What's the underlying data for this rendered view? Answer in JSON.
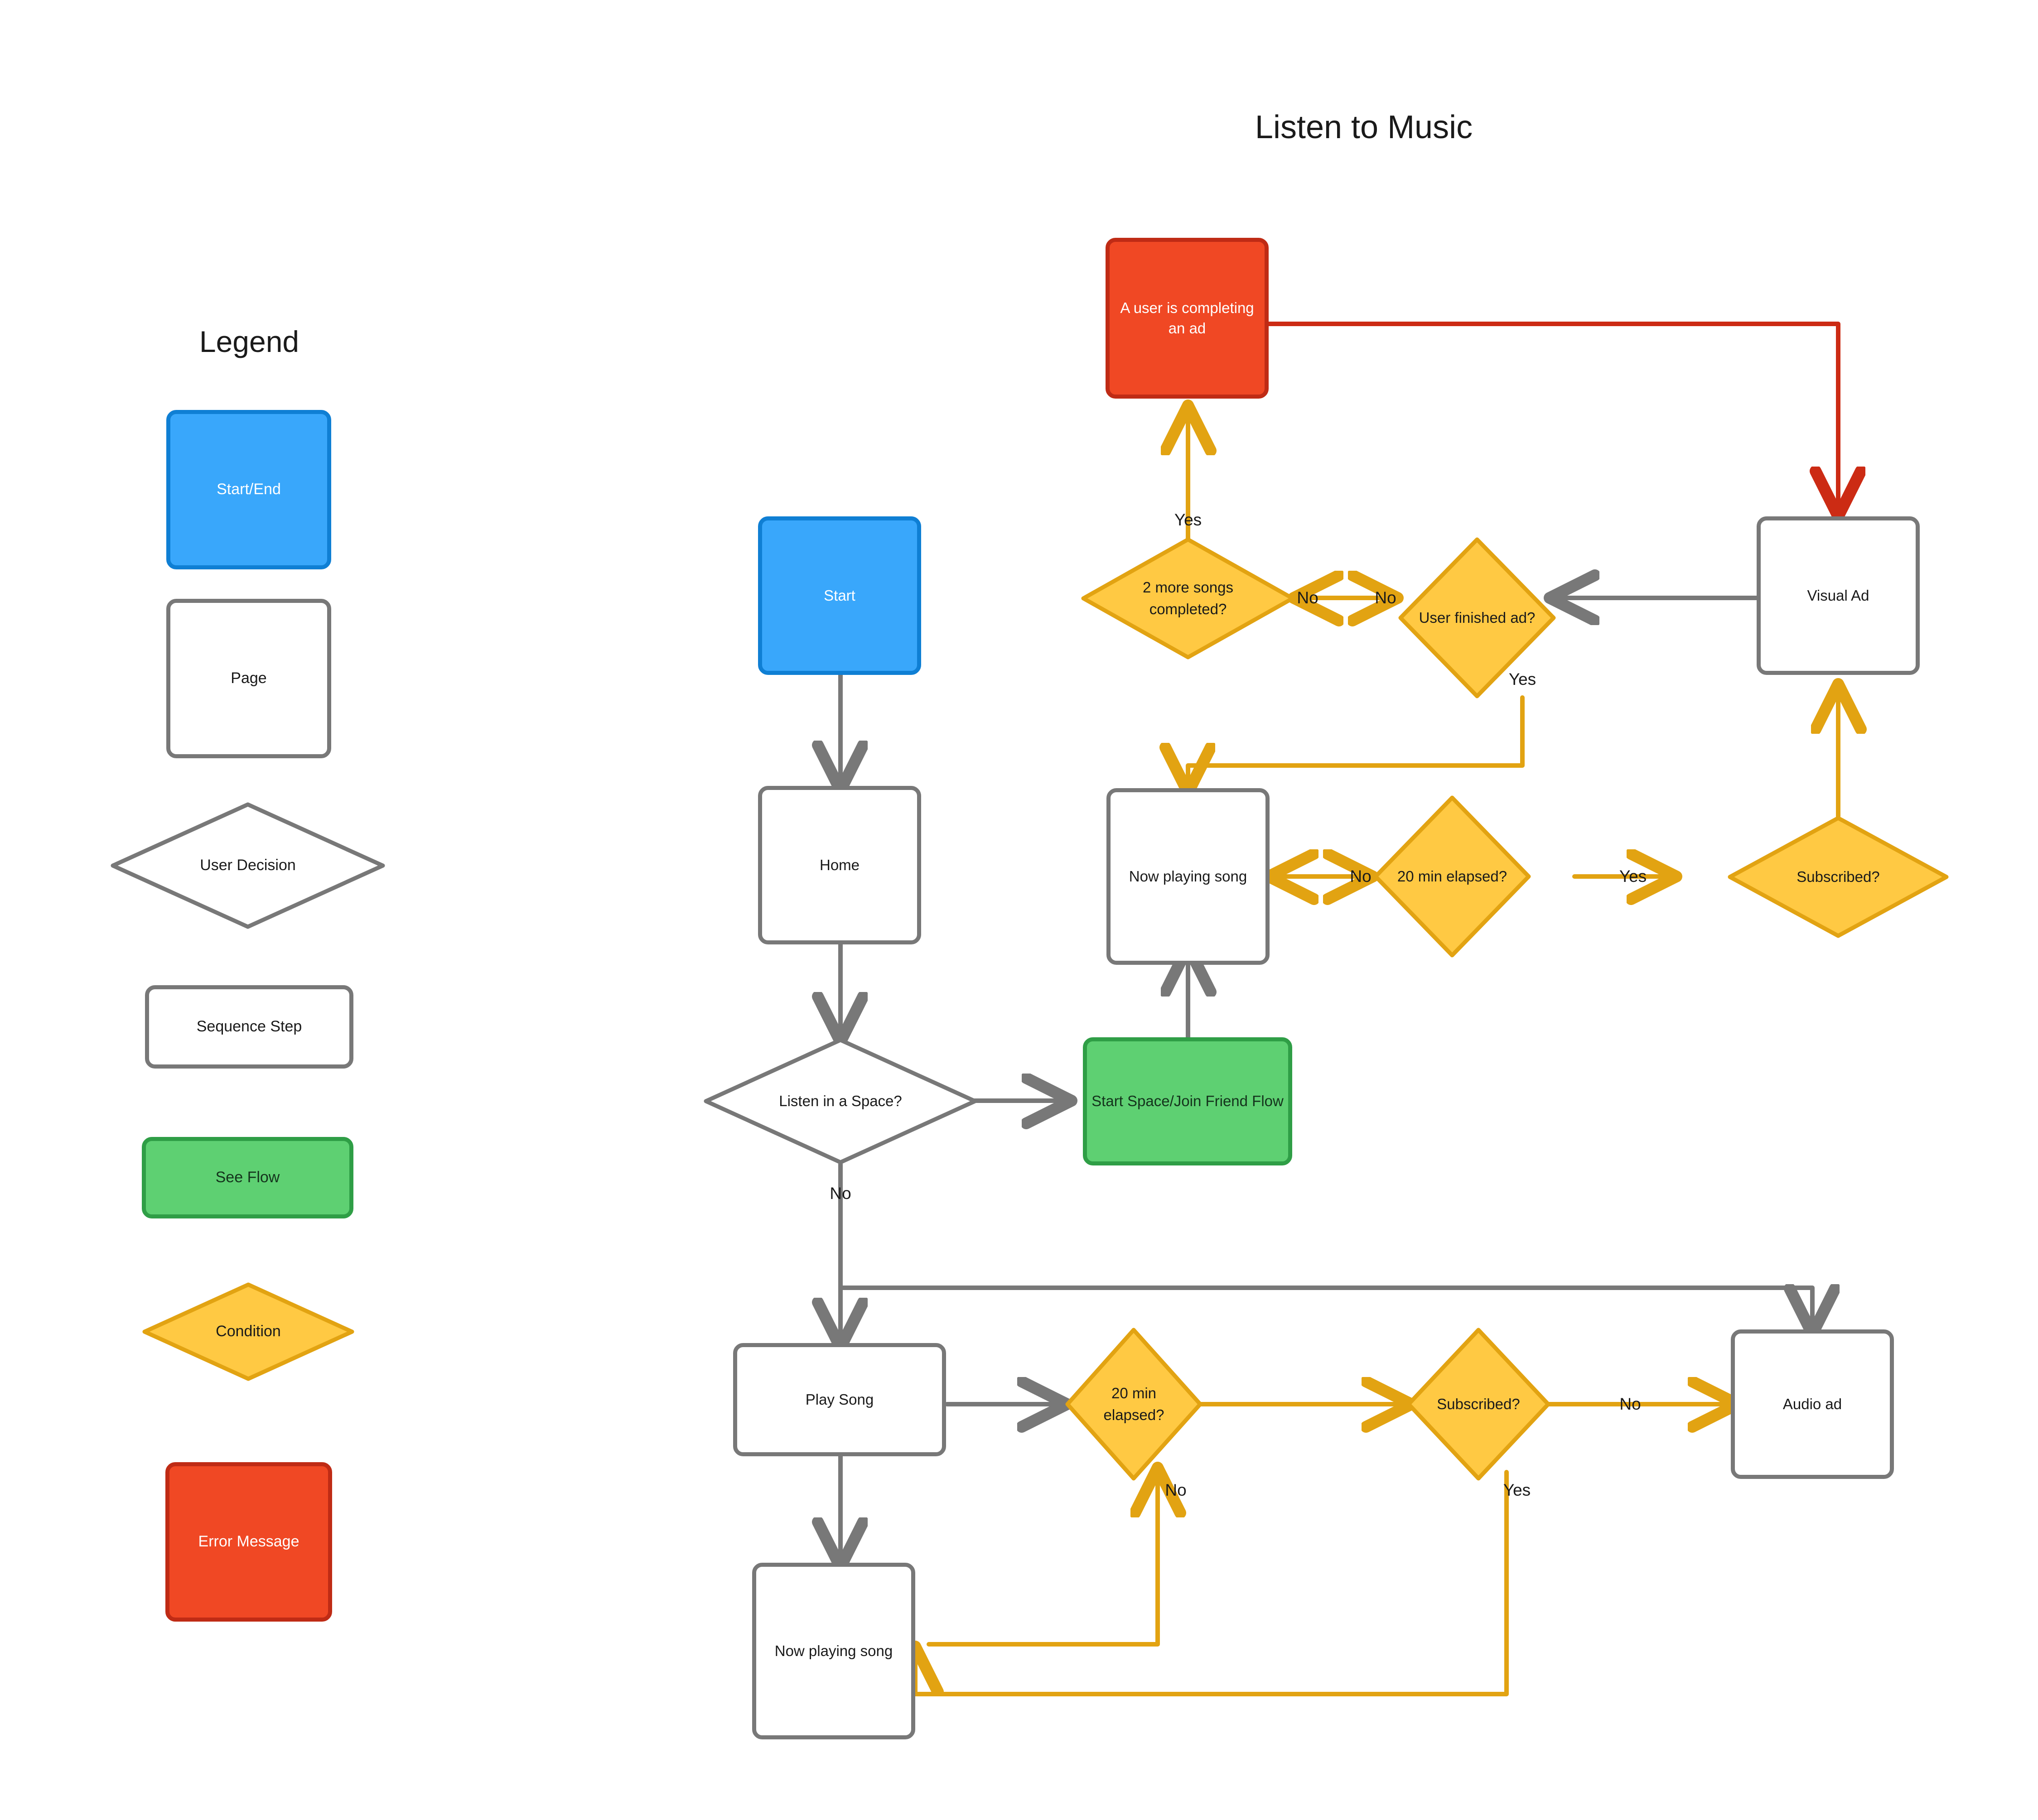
{
  "page": {
    "background_color": "#ffffff",
    "chart_title": "Listen to Music",
    "legend_title": "Legend"
  },
  "colors": {
    "start_end_fill": "#39a7fb",
    "start_end_stroke": "#0f7fd4",
    "page_fill": "#ffffff",
    "page_stroke": "#787878",
    "sequence_fill": "#ffffff",
    "sequence_stroke": "#787878",
    "see_flow_fill": "#5ed072",
    "see_flow_stroke": "#2f9e46",
    "condition_fill": "#ffc943",
    "condition_stroke": "#e2a312",
    "error_fill": "#f04824",
    "error_stroke": "#bf2b15",
    "gray_edge": "#787878",
    "orange_edge": "#e2a312",
    "red_edge": "#cc2b14"
  },
  "legend": {
    "title": "Legend",
    "items": [
      {
        "label": "Start/End",
        "shape": "rounded-rect",
        "kind": "start"
      },
      {
        "label": "Page",
        "shape": "rounded-rect",
        "kind": "page"
      },
      {
        "label": "User Decision",
        "shape": "diamond",
        "kind": "decision"
      },
      {
        "label": "Sequence Step",
        "shape": "rounded-rect",
        "kind": "seq"
      },
      {
        "label": "See Flow",
        "shape": "rounded-rect",
        "kind": "flow"
      },
      {
        "label": "Condition",
        "shape": "diamond",
        "kind": "condition"
      },
      {
        "label": "Error Message",
        "shape": "rounded-rect",
        "kind": "error"
      }
    ]
  },
  "flow": {
    "nodes": {
      "error_ad": {
        "label": "A user is completing an ad",
        "kind": "error"
      },
      "start": {
        "label": "Start",
        "kind": "start"
      },
      "home": {
        "label": "Home",
        "kind": "page"
      },
      "listen_space": {
        "label": "Listen in a Space?",
        "kind": "decision"
      },
      "start_space": {
        "label": "Start Space/Join Friend Flow",
        "kind": "flow"
      },
      "two_more_songs": {
        "label": "2 more songs completed?",
        "kind": "condition"
      },
      "user_finished": {
        "label": "User finished ad?",
        "kind": "condition"
      },
      "visual_ad": {
        "label": "Visual Ad",
        "kind": "page"
      },
      "now_playing_top": {
        "label": "Now playing song",
        "kind": "page"
      },
      "twenty_min_top": {
        "label": "20 min elapsed?",
        "kind": "condition"
      },
      "subscribed_top": {
        "label": "Subscribed?",
        "kind": "condition"
      },
      "play_song": {
        "label": "Play Song",
        "kind": "page"
      },
      "twenty_min_bot": {
        "label": "20 min elapsed?",
        "kind": "condition"
      },
      "subscribed_bot": {
        "label": "Subscribed?",
        "kind": "condition"
      },
      "audio_ad": {
        "label": "Audio ad",
        "kind": "page"
      },
      "now_playing_bot": {
        "label": "Now playing song",
        "kind": "page"
      }
    },
    "edge_labels": {
      "two_more_yes": "Yes",
      "two_more_no": "No",
      "user_finished_no": "No",
      "user_finished_yes": "Yes",
      "twenty_top_no": "No",
      "twenty_top_yes": "Yes",
      "listen_space_no": "No",
      "twenty_bot_no": "No",
      "subscribed_bot_no": "No",
      "subscribed_bot_yes": "Yes"
    },
    "edges": [
      {
        "from": "two_more_songs",
        "to": "error_ad",
        "label": "Yes",
        "color": "orange"
      },
      {
        "from": "two_more_songs",
        "to": "user_finished",
        "label": "No",
        "color": "orange",
        "bidirectional": true
      },
      {
        "from": "user_finished",
        "to": "user_finished_b",
        "label": "No",
        "color": "orange"
      },
      {
        "from": "visual_ad",
        "to": "user_finished",
        "label": "",
        "color": "gray"
      },
      {
        "from": "error_ad",
        "to": "visual_ad",
        "label": "",
        "color": "red"
      },
      {
        "from": "user_finished",
        "to": "now_playing_top",
        "label": "Yes",
        "color": "orange"
      },
      {
        "from": "now_playing_top",
        "to": "twenty_min_top",
        "label": "No",
        "color": "orange",
        "bidirectional": true
      },
      {
        "from": "twenty_min_top",
        "to": "subscribed_top",
        "label": "Yes",
        "color": "orange"
      },
      {
        "from": "subscribed_top",
        "to": "visual_ad",
        "label": "",
        "color": "orange"
      },
      {
        "from": "start",
        "to": "home",
        "label": "",
        "color": "gray"
      },
      {
        "from": "home",
        "to": "listen_space",
        "label": "",
        "color": "gray"
      },
      {
        "from": "listen_space",
        "to": "start_space",
        "label": "",
        "color": "gray"
      },
      {
        "from": "start_space",
        "to": "now_playing_top",
        "label": "",
        "color": "gray"
      },
      {
        "from": "listen_space",
        "to": "play_song",
        "label": "No",
        "color": "gray"
      },
      {
        "from": "listen_space",
        "to": "audio_ad",
        "label": "",
        "color": "gray"
      },
      {
        "from": "play_song",
        "to": "twenty_min_bot",
        "label": "",
        "color": "gray"
      },
      {
        "from": "play_song",
        "to": "now_playing_bot",
        "label": "",
        "color": "gray"
      },
      {
        "from": "twenty_min_bot",
        "to": "subscribed_bot",
        "label": "",
        "color": "orange"
      },
      {
        "from": "subscribed_bot",
        "to": "audio_ad",
        "label": "No",
        "color": "orange"
      },
      {
        "from": "now_playing_bot",
        "to": "twenty_min_bot",
        "label": "No",
        "color": "orange"
      },
      {
        "from": "subscribed_bot",
        "to": "now_playing_bot",
        "label": "Yes",
        "color": "orange"
      }
    ]
  }
}
